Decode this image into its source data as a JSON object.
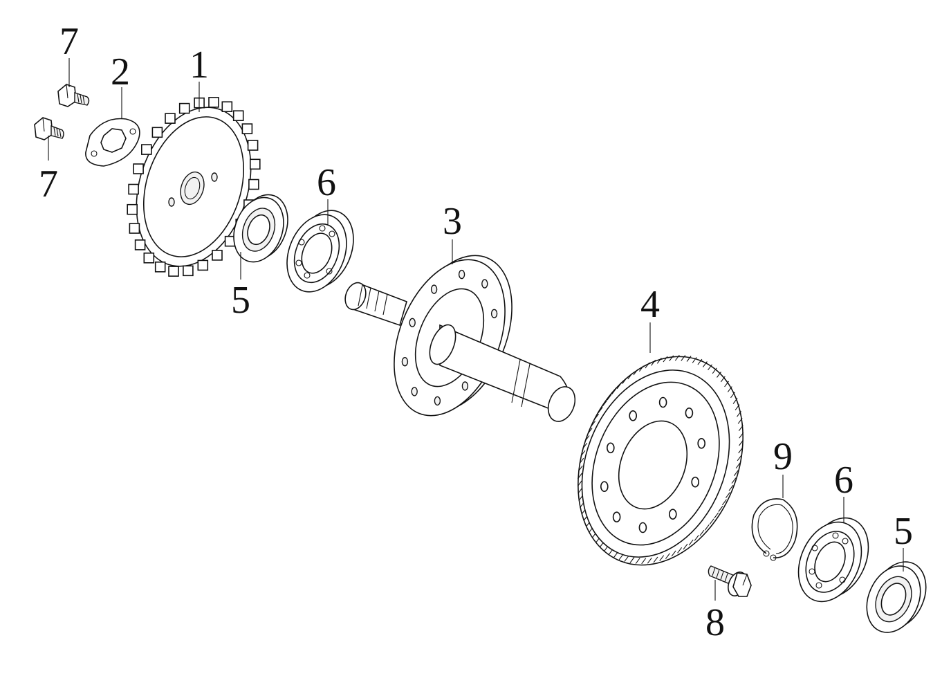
{
  "parts": [
    {
      "number": "1",
      "name": "sprocket"
    },
    {
      "number": "2",
      "name": "sprocket-lock-plate"
    },
    {
      "number": "3",
      "name": "output-shaft-with-flange"
    },
    {
      "number": "4",
      "name": "final-driven-gear"
    },
    {
      "number": "5",
      "name": "oil-seal"
    },
    {
      "number": "6",
      "name": "ball-bearing"
    },
    {
      "number": "7",
      "name": "bolt"
    },
    {
      "number": "8",
      "name": "flange-bolt"
    },
    {
      "number": "9",
      "name": "circlip"
    }
  ],
  "callouts": {
    "c7a": "7",
    "c7b": "7",
    "c2": "2",
    "c1": "1",
    "c6a": "6",
    "c5a": "5",
    "c3": "3",
    "c4": "4",
    "c9": "9",
    "c6b": "6",
    "c5b": "5",
    "c8": "8"
  }
}
